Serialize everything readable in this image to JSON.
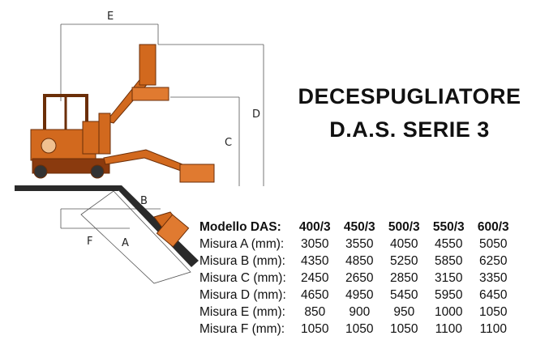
{
  "title": {
    "line1": "DECESPUGLIATORE",
    "line2": "D.A.S. SERIE 3"
  },
  "diagram": {
    "labels": [
      "E",
      "D",
      "C",
      "B",
      "F",
      "A"
    ],
    "machine_color": "#d2691e"
  },
  "table": {
    "header": [
      "Modello DAS:",
      "400/3",
      "450/3",
      "500/3",
      "550/3",
      "600/3"
    ],
    "rows": [
      {
        "label": "Misura A (mm):",
        "values": [
          "3050",
          "3550",
          "4050",
          "4550",
          "5050"
        ]
      },
      {
        "label": "Misura B (mm):",
        "values": [
          "4350",
          "4850",
          "5250",
          "5850",
          "6250"
        ]
      },
      {
        "label": "Misura C (mm):",
        "values": [
          "2450",
          "2650",
          "2850",
          "3150",
          "3350"
        ]
      },
      {
        "label": "Misura D (mm):",
        "values": [
          "4650",
          "4950",
          "5450",
          "5950",
          "6450"
        ]
      },
      {
        "label": "Misura E (mm):",
        "values": [
          "850",
          "900",
          "950",
          "1000",
          "1050"
        ]
      },
      {
        "label": "Misura F (mm):",
        "values": [
          "1050",
          "1050",
          "1050",
          "1100",
          "1100"
        ]
      }
    ]
  }
}
